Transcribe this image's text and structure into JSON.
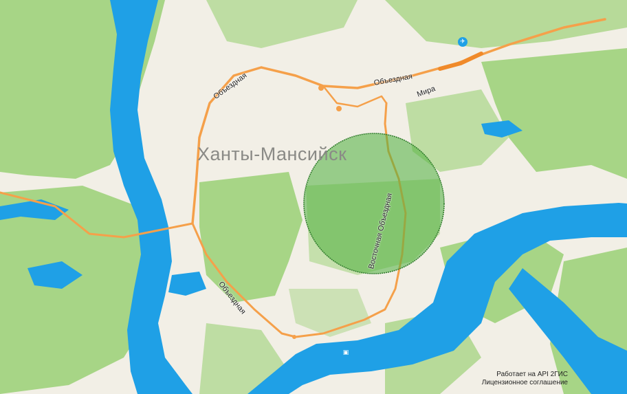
{
  "map": {
    "city_name": "Ханты-Мансийск",
    "roads": {
      "obezdnaya_north_1": "Объездная",
      "obezdnaya_north_2": "Объездная",
      "obezdnaya_south": "Объездная",
      "mira": "Мира",
      "vostochnaya": "Восточная Объездная"
    },
    "attribution": {
      "powered_by": "Работает на API 2ГИС",
      "license_link": "Лицензионное соглашение"
    },
    "icons": {
      "airport": "airport-icon",
      "bus_station": "bus-station-icon"
    },
    "colors": {
      "water": "#1fa0e6",
      "forest": "#9fd27b",
      "land": "#f2efe6",
      "road": "#f5a04a",
      "circle_fill": "#4caf3c",
      "circle_stroke": "#2e7a2a"
    }
  }
}
